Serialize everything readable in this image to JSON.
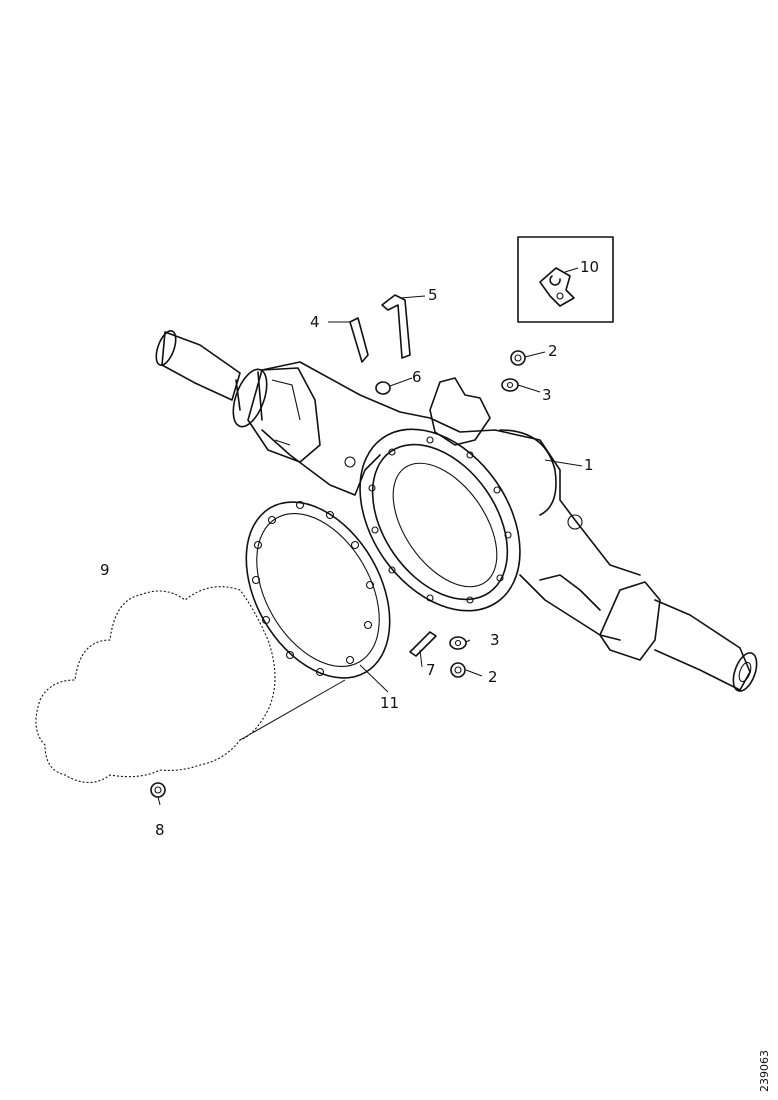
{
  "diagram": {
    "callouts": {
      "c1": "1",
      "c2a": "2",
      "c2b": "2",
      "c3a": "3",
      "c3b": "3",
      "c4": "4",
      "c5": "5",
      "c6": "6",
      "c7": "7",
      "c8": "8",
      "c9": "9",
      "c10": "10",
      "c11": "11"
    },
    "reference_number": "239063"
  }
}
